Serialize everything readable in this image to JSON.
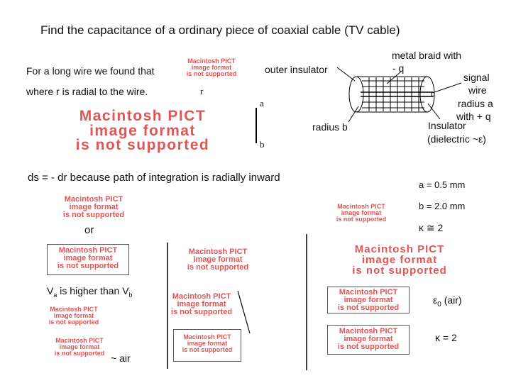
{
  "title": "Find the capacitance of a ordinary piece of coaxial cable (TV cable)",
  "left_text": {
    "line1": "For a long wire we found that",
    "line2": "where r is radial to the wire."
  },
  "symbols": {
    "r": "r",
    "a": "a",
    "b": "b"
  },
  "labels": {
    "outer_insulator": "outer insulator",
    "radius_b": "radius b",
    "metal_braid_1": "metal braid with",
    "metal_braid_2": "- q",
    "signal_1": "signal",
    "signal_2": "wire",
    "signal_3": "radius a",
    "signal_4": "with + q",
    "insulator_1": "Insulator",
    "insulator_2": "(dielectric ~ε)"
  },
  "ds_text": "ds = - dr because path of integration is radially inward",
  "or_text": "or",
  "va_text": {
    "prefix": "V",
    "sub_a": "a",
    "middle": " is higher than V",
    "sub_b": "b"
  },
  "air_text": "~ air",
  "values": {
    "a": "a = 0.5 mm",
    "b": "b = 2.0 mm",
    "kappa_approx": "κ ≅ 2",
    "eps0_prefix": "ε",
    "eps0_sub": "0",
    "eps0_suffix": " (air)",
    "kappa": "κ = 2"
  },
  "pict": {
    "line1": "Macintosh PICT",
    "line2": "image format",
    "line3": "is not supported"
  },
  "colors": {
    "pict_red": "#e05555",
    "text": "#111111"
  }
}
